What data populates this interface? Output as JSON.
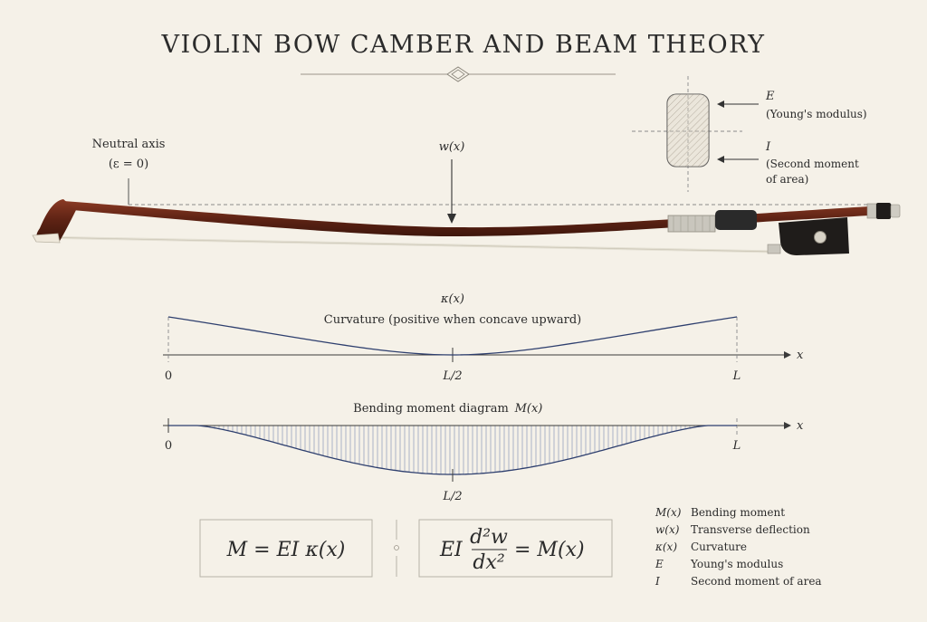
{
  "title": "VIOLIN BOW CAMBER AND BEAM THEORY",
  "bow": {
    "neutral_axis_label": "Neutral axis",
    "neutral_axis_strain": "(ε = 0)",
    "deflection_label": "w(x)"
  },
  "cross_section": {
    "e_symbol": "E",
    "e_desc": "(Young's modulus)",
    "i_symbol": "I",
    "i_desc_line1": "(Second moment",
    "i_desc_line2": "of area)"
  },
  "curvature_plot": {
    "symbol": "κ(x)",
    "caption": "Curvature (positive when concave upward)",
    "axis_var": "x",
    "tick_0": "0",
    "tick_mid": "L/2",
    "tick_end": "L"
  },
  "moment_plot": {
    "caption": "Bending moment diagram",
    "symbol": "M(x)",
    "axis_var": "x",
    "tick_0": "0",
    "tick_mid": "L/2",
    "tick_end": "L"
  },
  "equations": {
    "eq1": "M = EI κ(x)",
    "eq2_prefix": "EI",
    "eq2_num": "d²w",
    "eq2_den": "dx²",
    "eq2_suffix": "= M(x)"
  },
  "legend": [
    {
      "symbol": "M(x)",
      "desc": "Bending moment"
    },
    {
      "symbol": "w(x)",
      "desc": "Transverse deflection"
    },
    {
      "symbol": "κ(x)",
      "desc": "Curvature"
    },
    {
      "symbol": "E",
      "desc": "Young's modulus"
    },
    {
      "symbol": "I",
      "desc": "Second moment of area"
    }
  ],
  "colors": {
    "background": "#f5f1e8",
    "curve": "#2e3f6e",
    "bow_wood": "#6b2a1a",
    "grip": "#2a2a2a"
  }
}
